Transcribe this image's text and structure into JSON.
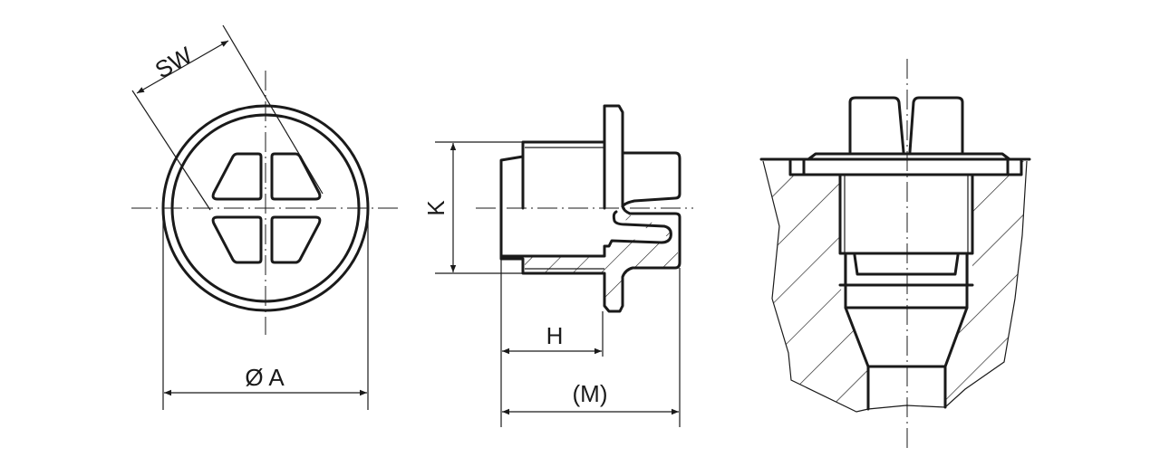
{
  "drawing": {
    "labels": {
      "sw": "SW",
      "diameter_a": "Ø A",
      "k": "K",
      "h": "H",
      "m": "(M)"
    },
    "line_color": "#1a1a1a",
    "background": "#ffffff"
  }
}
